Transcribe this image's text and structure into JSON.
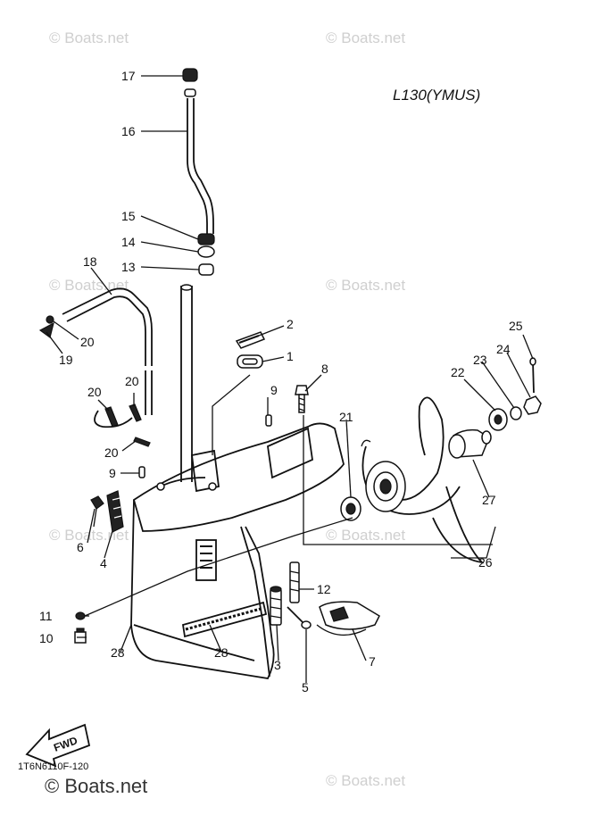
{
  "model": "L130(YMUS)",
  "diagram_code": "1T6N6110F-120",
  "watermark": "© Boats.net",
  "watermark_footer": "© Boats.net",
  "fwd_label": "FWD",
  "callouts": {
    "c1": "1",
    "c2": "2",
    "c3": "3",
    "c4": "4",
    "c5": "5",
    "c6": "6",
    "c7": "7",
    "c8": "8",
    "c9a": "9",
    "c9b": "9",
    "c10": "10",
    "c11": "11",
    "c12": "12",
    "c13": "13",
    "c14": "14",
    "c15": "15",
    "c16": "16",
    "c17": "17",
    "c18": "18",
    "c19": "19",
    "c20a": "20",
    "c20b": "20",
    "c20c": "20",
    "c20d": "20",
    "c21": "21",
    "c22": "22",
    "c23": "23",
    "c24": "24",
    "c25": "25",
    "c26": "26",
    "c27": "27",
    "c28a": "28",
    "c28b": "28"
  }
}
